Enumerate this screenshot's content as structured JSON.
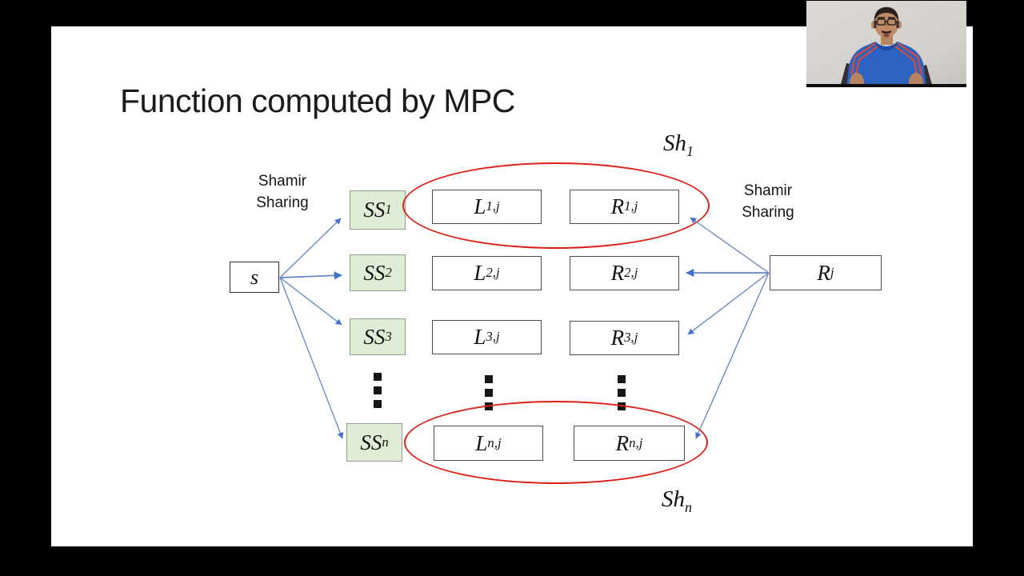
{
  "title": "Function computed by MPC",
  "diagram": {
    "left_sharing_label": {
      "line1": "Shamir",
      "line2": "Sharing"
    },
    "right_sharing_label": {
      "line1": "Shamir",
      "line2": "Sharing"
    },
    "source_node": {
      "label": "s"
    },
    "output_node": {
      "main": "R",
      "sub": "j"
    },
    "share_top_label": {
      "main": "Sh",
      "sub": "1"
    },
    "share_bottom_label": {
      "main": "Sh",
      "sub": "n"
    },
    "rows": [
      {
        "ss_main": "SS",
        "ss_sub": "1",
        "l_main": "L",
        "l_sub": "1,j",
        "r_main": "R",
        "r_sub": "1,j"
      },
      {
        "ss_main": "SS",
        "ss_sub": "2",
        "l_main": "L",
        "l_sub": "2,j",
        "r_main": "R",
        "r_sub": "2,j"
      },
      {
        "ss_main": "SS",
        "ss_sub": "3",
        "l_main": "L",
        "l_sub": "3,j",
        "r_main": "R",
        "r_sub": "3,j"
      },
      {
        "ss_main": "SS",
        "ss_sub": "n",
        "l_main": "L",
        "l_sub": "n,j",
        "r_main": "R",
        "r_sub": "n,j"
      }
    ],
    "edges": {
      "from_source_to": [
        "SS_1",
        "SS_2",
        "SS_3",
        "SS_n"
      ],
      "from_output_to": [
        "R_1,j",
        "R_2,j",
        "R_3,j",
        "R_n,j"
      ]
    },
    "groupings": [
      {
        "label": "Sh_1",
        "contains": [
          "L_1,j",
          "R_1,j"
        ]
      },
      {
        "label": "Sh_n",
        "contains": [
          "L_n,j",
          "R_n,j"
        ]
      }
    ]
  },
  "colors": {
    "background": "#000000",
    "slide": "#ffffff",
    "ss_box_fill": "#e0edd6",
    "ellipse_red": "#dd2018",
    "arrow_blue": "#4472c4",
    "webcam_wall": "#d5d2cd",
    "webcam_shirt_blue": "#2d62c3",
    "webcam_stripe_red": "#e04a2e"
  },
  "webcam": {
    "name": "presenter-webcam"
  }
}
